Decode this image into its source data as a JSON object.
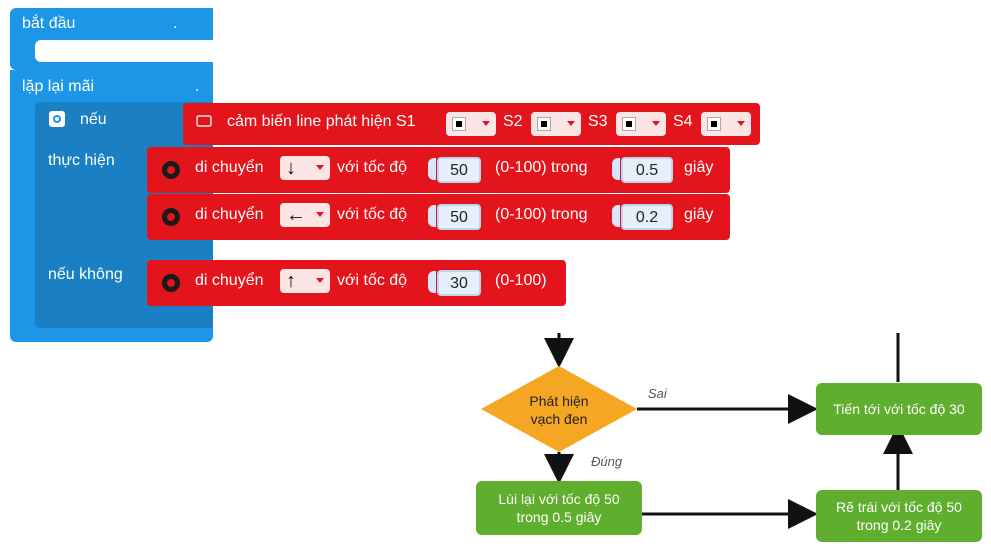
{
  "blocks": {
    "start_label": "bắt đầu",
    "start_dot": ".",
    "loop_label": "lặp lại mãi",
    "loop_dot": ".",
    "if_label": "nếu",
    "then_label": "thực hiện",
    "else_label": "nếu không",
    "condition": {
      "text": "cảm biến line phát hiện S1",
      "s2": "S2",
      "s3": "S3",
      "s4": "S4"
    },
    "moves": [
      {
        "prefix": "di chuyển",
        "arrow": "↓",
        "speed_text": "với tốc độ",
        "speed": "50",
        "range": "(0-100) trong",
        "time": "0.5",
        "unit": "giây"
      },
      {
        "prefix": "di chuyển",
        "arrow": "←",
        "speed_text": "với tốc độ",
        "speed": "50",
        "range": "(0-100) trong",
        "time": "0.2",
        "unit": "giây"
      },
      {
        "prefix": "di chuyển",
        "arrow": "↑",
        "speed_text": "với tốc độ",
        "speed": "30",
        "range": "(0-100)"
      }
    ]
  },
  "flowchart": {
    "decision_line1": "Phát hiện",
    "decision_line2": "vạch đen",
    "false_label": "Sai",
    "true_label": "Đúng",
    "forward_box": "Tiến tới với tốc độ 30",
    "back_line1": "Lùi lại với tốc độ 50",
    "back_line2": "trong 0.5 giây",
    "left_line1": "Rẽ trái với tốc độ 50",
    "left_line2": "trong 0.2 giây",
    "colors": {
      "decision": "#f5a623",
      "box": "#5fae2e"
    }
  }
}
